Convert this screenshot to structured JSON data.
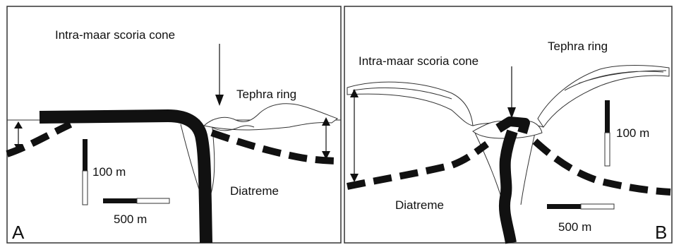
{
  "panels": {
    "a": {
      "letter": "A",
      "labels": {
        "scoria_cone": "Intra-maar scoria cone",
        "tephra_ring": "Tephra ring",
        "diatreme": "Diatreme",
        "vertical_scale": "100 m",
        "horizontal_scale": "500 m"
      }
    },
    "b": {
      "letter": "B",
      "labels": {
        "scoria_cone": "Intra-maar scoria cone",
        "tephra_ring": "Tephra ring",
        "diatreme": "Diatreme",
        "vertical_scale": "100 m",
        "horizontal_scale": "500 m"
      }
    }
  }
}
